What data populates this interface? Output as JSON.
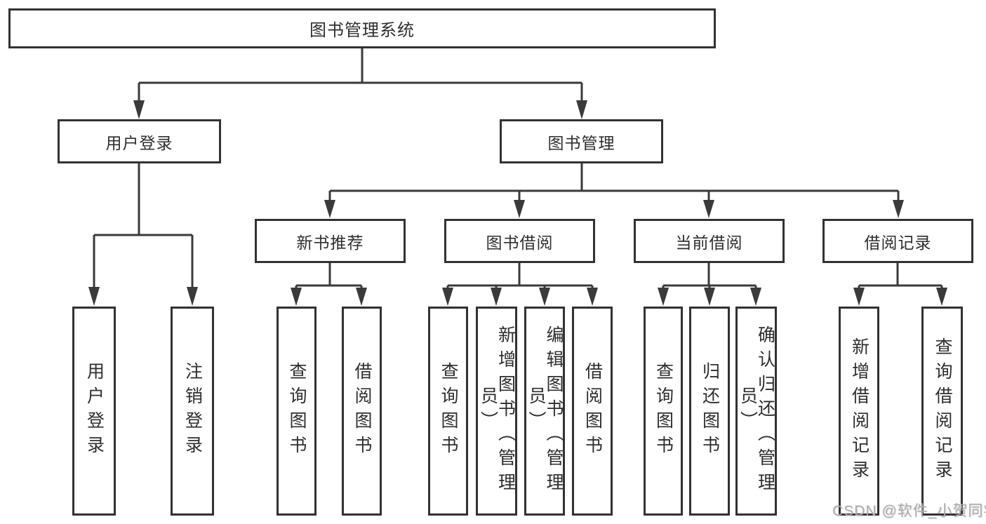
{
  "tree": {
    "root": {
      "label": "图书管理系统"
    },
    "branches": [
      {
        "label": "用户登录",
        "children": [
          {
            "label": "用户登录"
          },
          {
            "label": "注销登录"
          }
        ]
      },
      {
        "label": "图书管理",
        "children": [
          {
            "label": "新书推荐",
            "children": [
              {
                "label": "查询图书"
              },
              {
                "label": "借阅图书"
              }
            ]
          },
          {
            "label": "图书借阅",
            "children": [
              {
                "label": "查询图书"
              },
              {
                "label": "新增图书（管理员）"
              },
              {
                "label": "编辑图书（管理员）"
              },
              {
                "label": "借阅图书"
              }
            ]
          },
          {
            "label": "当前借阅",
            "children": [
              {
                "label": "查询图书"
              },
              {
                "label": "归还图书"
              },
              {
                "label": "确认归还（管理员）"
              }
            ]
          },
          {
            "label": "借阅记录",
            "children": [
              {
                "label": "新增借阅记录"
              },
              {
                "label": "查询借阅记录"
              }
            ]
          }
        ]
      }
    ]
  },
  "watermark": {
    "text": "CSDN @软件_小贺同学",
    "color": "#aeaeae"
  },
  "colors": {
    "background": "#ffffff",
    "line": "#3a3a3a",
    "box_border": "#323232",
    "text": "#2e2e2e"
  }
}
